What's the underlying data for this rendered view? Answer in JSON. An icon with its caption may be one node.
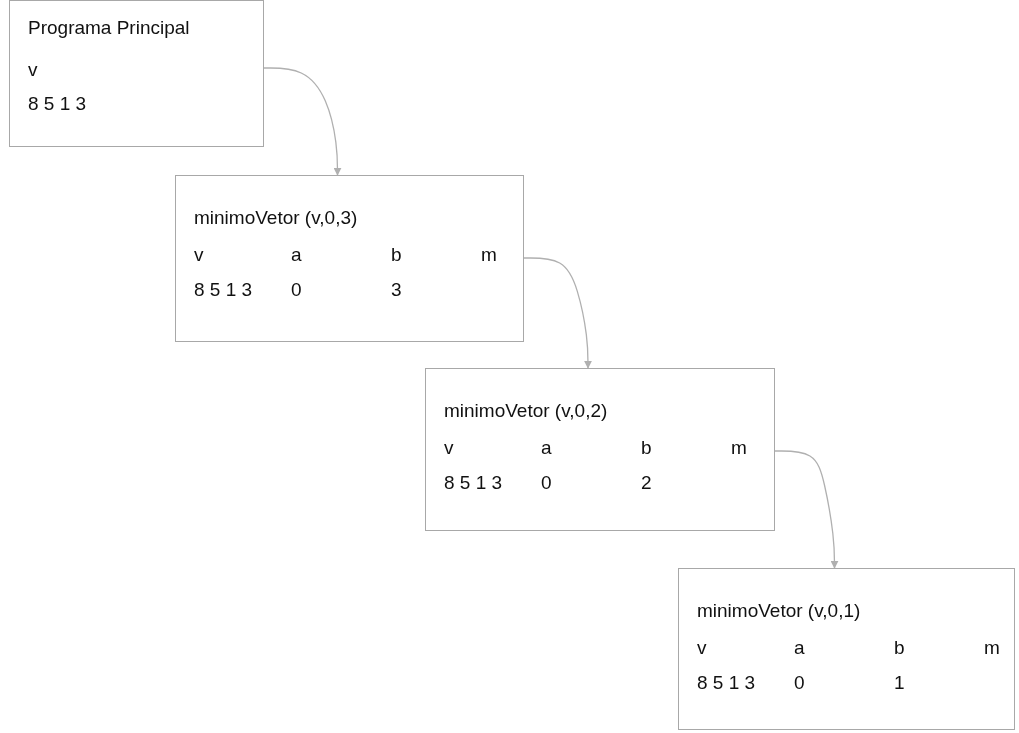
{
  "diagram": {
    "nodes": [
      {
        "text": [
          "Programa Principal",
          "v",
          "8 5 1 3"
        ]
      },
      {
        "text": [
          "minimoVetor (v,0,3)",
          "v",
          "a",
          "b",
          "m",
          "8 5 1 3",
          "0",
          "3"
        ]
      },
      {
        "text": [
          "minimoVetor (v,0,2)",
          "v",
          "a",
          "b",
          "m",
          "8 5 1 3",
          "0",
          "2"
        ]
      },
      {
        "text": [
          "minimoVetor (v,0,1)",
          "v",
          "a",
          "b",
          "m",
          "8 5 1 3",
          "0",
          "1"
        ]
      }
    ],
    "edges": [
      {
        "from": 0,
        "to": 1,
        "arrow": "to"
      },
      {
        "from": 1,
        "to": 2,
        "arrow": "to"
      },
      {
        "from": 2,
        "to": 3,
        "arrow": "to"
      }
    ]
  }
}
